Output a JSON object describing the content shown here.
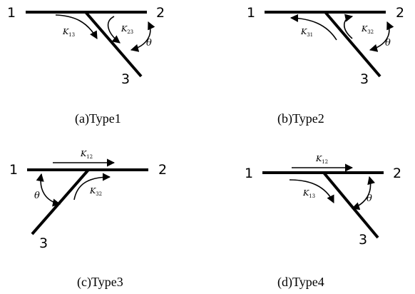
{
  "panels": [
    {
      "id": "a",
      "caption": "(a)Type1",
      "port_labels": [
        "1",
        "2",
        "3"
      ],
      "arrows": [
        {
          "label_main": "K",
          "label_sub": "13"
        },
        {
          "label_main": "K",
          "label_sub": "23"
        }
      ],
      "angle_label": "θ"
    },
    {
      "id": "b",
      "caption": "(b)Type2",
      "port_labels": [
        "1",
        "2",
        "3"
      ],
      "arrows": [
        {
          "label_main": "K",
          "label_sub": "31"
        },
        {
          "label_main": "K",
          "label_sub": "32"
        }
      ],
      "angle_label": "θ"
    },
    {
      "id": "c",
      "caption": "(c)Type3",
      "port_labels": [
        "1",
        "2",
        "3"
      ],
      "arrows": [
        {
          "label_main": "K",
          "label_sub": "12"
        },
        {
          "label_main": "K",
          "label_sub": "32"
        }
      ],
      "angle_label": "θ"
    },
    {
      "id": "d",
      "caption": "(d)Type4",
      "port_labels": [
        "1",
        "2",
        "3"
      ],
      "arrows": [
        {
          "label_main": "K",
          "label_sub": "12"
        },
        {
          "label_main": "K",
          "label_sub": "13"
        }
      ],
      "angle_label": "θ"
    }
  ]
}
